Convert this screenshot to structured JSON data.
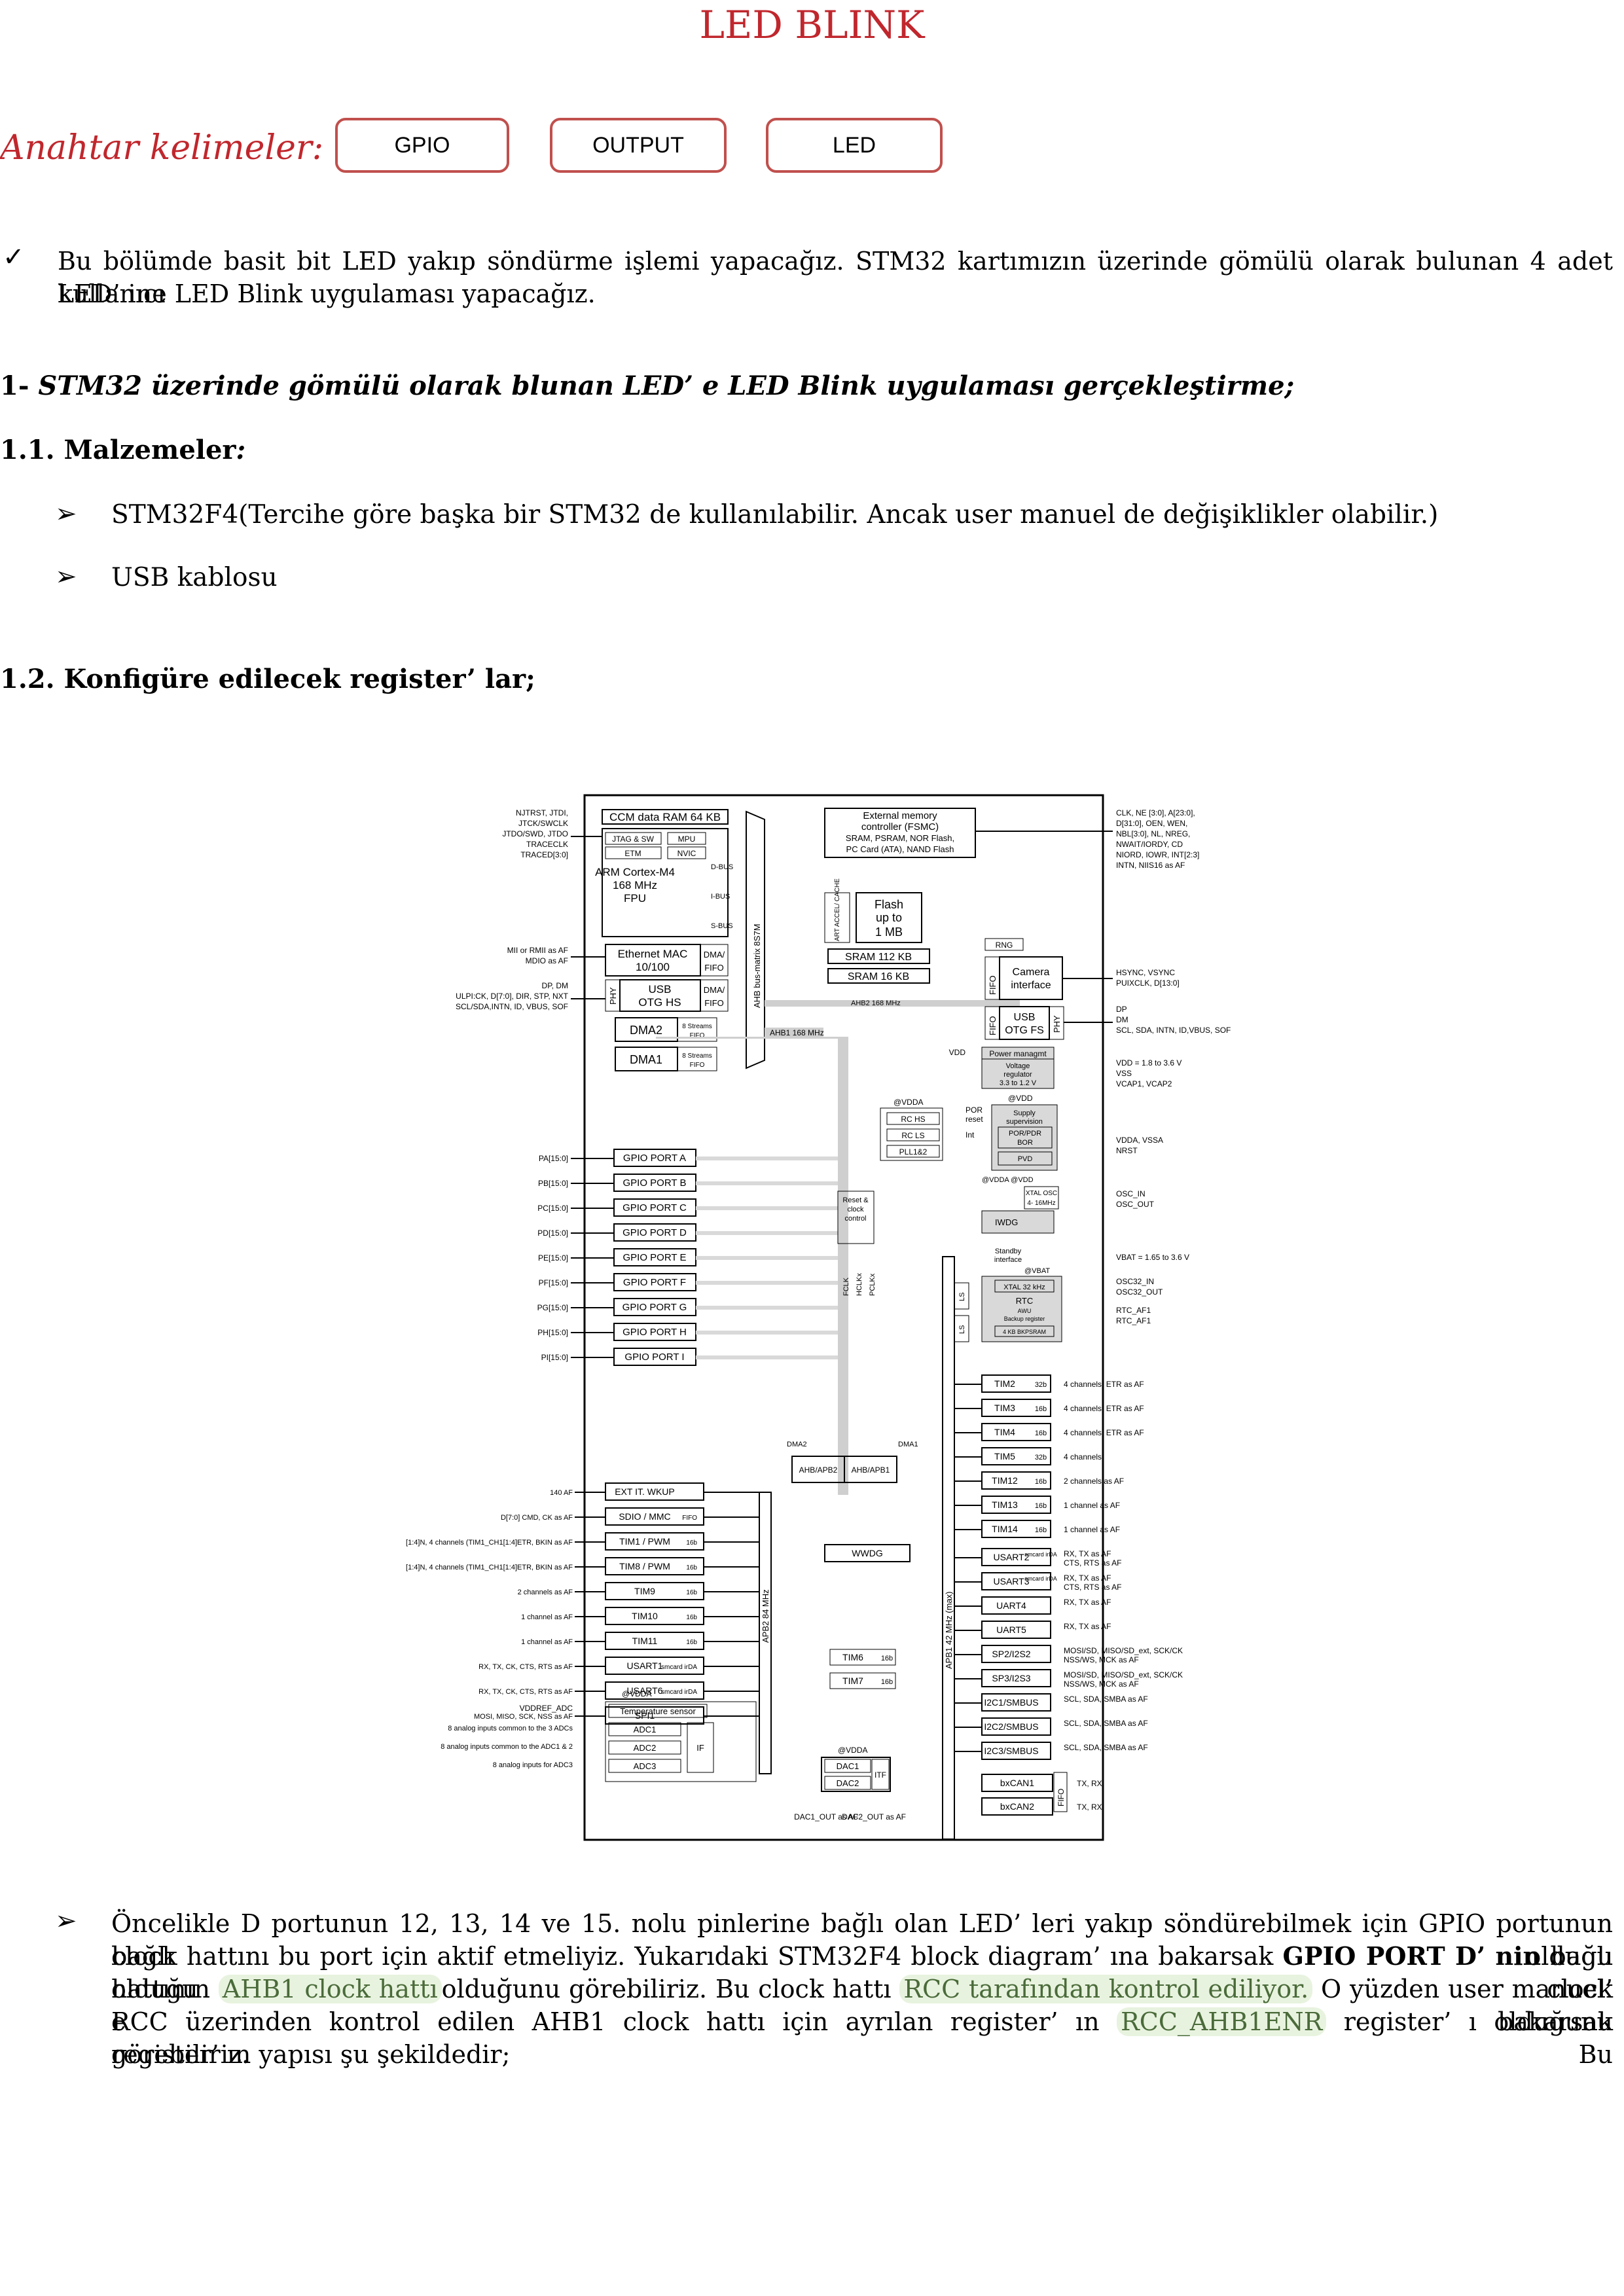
{
  "doc": {
    "title": "LED BLINK",
    "keywords_label": "Anahtar kelimeler:",
    "keywords": [
      "GPIO",
      "OUTPUT",
      "LED"
    ],
    "intro_line1": "Bu bölümde basit bit LED yakıp söndürme işlemi yapacağız. STM32 kartımızın üzerinde gömülü olarak bulunan 4 adet kullanıcı",
    "intro_line2": "LED’ ine LED Blink uygulaması yapacağız.",
    "section1_num": "1-",
    "section1_title": "STM32 üzerinde gömülü olarak blunan LED’ e LED Blink uygulaması gerçekleştirme;",
    "section11_title": "1.1. Malzemeler",
    "section11_colon": ":",
    "materials": [
      "STM32F4(Tercihe göre başka bir STM32 de kullanılabilir. Ancak user manuel de değişiklikler olabilir.)",
      "USB kablosu"
    ],
    "section12_title": "1.2. Konfigüre edilecek register’ lar;",
    "p_line1": "Öncelikle D portunun 12, 13, 14 ve 15. nolu pinlerine bağlı olan LED’ leri yakıp söndürebilmek için GPIO portunun bağlı olduğu",
    "p_line2a": "clock hattını bu port için aktif etmeliyiz. Yukarıdaki STM32F4 block diagram’ ına bakarsak ",
    "p_line2b": "GPIO PORT D’ nin",
    "p_line2c": " bağlı olduğu clock",
    "p_line3a": "hattının",
    "p_line3b": "AHB1 clock hattı",
    "p_line3c": "olduğunu görebiliriz. Bu clock hattı",
    "p_line3d": "RCC tarafından kontrol ediliyor.",
    "p_line3e": "O yüzden user manuel’ e bakarsak",
    "p_line4a": "RCC üzerinden kontrol edilen AHB1 clock hattı için ayrılan register’ ın",
    "p_line4b": "RCC_AHB1ENR",
    "p_line4c": "register’ ı olduğunu görebiliriz. Bu",
    "p_line5": "register’ ın yapısı şu şekildedir;"
  },
  "diagram": {
    "top": {
      "ccm": "CCM data RAM 64 KB",
      "jtag": "JTAG & SW",
      "mpu": "MPU",
      "etm": "ETM",
      "nvic": "NVIC",
      "cpu1": "ARM Cortex-M4",
      "cpu2": "168 MHz",
      "cpu3": "FPU",
      "dbus": "D-BUS",
      "ibus": "I-BUS",
      "sbus": "S-BUS",
      "eth1": "Ethernet MAC",
      "eth2": "10/100",
      "dmafifo": "DMA/",
      "fifo": "FIFO",
      "usbhs1": "USB",
      "usbhs2": "OTG HS",
      "phy": "PHY",
      "dma2": "DMA2",
      "dma1": "DMA1",
      "streams": "8 Streams",
      "ahbmatrix": "AHB bus-matrix 8S7M",
      "fsmc1": "External memory",
      "fsmc2": "controller (FSMC)",
      "fsmc3": "SRAM, PSRAM, NOR Flash,",
      "fsmc4": "PC Card (ATA), NAND Flash",
      "art": "ART ACCEL/ CACHE",
      "flash1": "Flash",
      "flash2": "up to",
      "flash3": "1 MB",
      "sram112": "SRAM 112 KB",
      "sram16": "SRAM 16 KB",
      "ahb2": "AHB2 168 MHz",
      "ahb1": "AHB1 168 MHz",
      "rng": "RNG",
      "cam1": "Camera",
      "cam2": "interface",
      "usbfs1": "USB",
      "usbfs2": "OTG FS"
    },
    "left_labels": [
      "NJTRST, JTDI,",
      "JTCK/SWCLK",
      "JTDO/SWD, JTDO",
      "TRACECLK",
      "TRACED[3:0]",
      "MII or RMII as AF",
      "MDIO as AF",
      "DP, DM",
      "ULPI:CK, D[7:0], DIR, STP, NXT",
      "SCL/SDA,INTN, ID, VBUS, SOF"
    ],
    "right_labels": [
      "CLK, NE [3:0], A[23:0],",
      "D[31:0], OEN, WEN,",
      "NBL[3:0], NL, NREG,",
      "NWAIT/IORDY, CD",
      "NIORD, IOWR, INT[2:3]",
      "INTN, NIIS16 as AF",
      "HSYNC, VSYNC",
      "PUIXCLK, D[13:0]",
      "DP",
      "DM",
      "SCL, SDA, INTN, ID,VBUS, SOF"
    ],
    "gpio": [
      {
        "pin": "PA[15:0]",
        "label": "GPIO PORT A"
      },
      {
        "pin": "PB[15:0]",
        "label": "GPIO PORT B"
      },
      {
        "pin": "PC[15:0]",
        "label": "GPIO PORT C"
      },
      {
        "pin": "PD[15:0]",
        "label": "GPIO PORT D"
      },
      {
        "pin": "PE[15:0]",
        "label": "GPIO PORT E"
      },
      {
        "pin": "PF[15:0]",
        "label": "GPIO PORT F"
      },
      {
        "pin": "PG[15:0]",
        "label": "GPIO PORT G"
      },
      {
        "pin": "PH[15:0]",
        "label": "GPIO PORT H"
      },
      {
        "pin": "PI[15:0]",
        "label": "GPIO PORT I"
      }
    ],
    "power": {
      "vdd": "VDD",
      "pm": "Power managmt",
      "vreg1": "Voltage",
      "vreg2": "regulator",
      "vreg3": "3.3 to 1.2 V",
      "atvdd": "@VDD",
      "atvdda": "@VDDA",
      "supply1": "Supply",
      "supply2": "supervision",
      "por": "POR/PDR",
      "bor": "BOR",
      "pvd": "PVD",
      "porrst": "POR",
      "reset": "reset",
      "int": "Int",
      "rchs": "RC HS",
      "rcls": "RC LS",
      "pll": "PLL1&2",
      "rcc1": "Reset &",
      "rcc2": "clock",
      "rcc3": "control",
      "vdda_vdd": "@VDDA @VDD",
      "xtal1": "XTAL OSC",
      "xtal2": "4- 16MHz",
      "iwdg": "IWDG",
      "standby1": "Standby",
      "standby2": "interface",
      "vbat": "@VBAT",
      "xtal32": "XTAL 32 kHz",
      "rtc": "RTC",
      "awu": "AWU",
      "bkreg": "Backup register",
      "bksram": "4 KB BKPSRAM",
      "ls": "LS",
      "pclk": "PCLKx",
      "hclk": "HCLKx",
      "fclk": "FCLK",
      "r1": "VDD = 1.8 to 3.6 V",
      "r2": "VSS",
      "r3": "VCAP1, VCAP2",
      "r4": "VDDA, VSSA",
      "r5": "NRST",
      "r6": "OSC_IN",
      "r7": "OSC_OUT",
      "r8": "VBAT = 1.65 to 3.6 V",
      "r9": "OSC32_IN",
      "r10": "OSC32_OUT",
      "r11": "RTC_AF1",
      "r12": "RTC_AF1"
    },
    "timers_right": [
      {
        "label": "TIM2",
        "bits": "32b",
        "af": "4 channels, ETR as AF"
      },
      {
        "label": "TIM3",
        "bits": "16b",
        "af": "4 channels, ETR as AF"
      },
      {
        "label": "TIM4",
        "bits": "16b",
        "af": "4 channels, ETR as AF"
      },
      {
        "label": "TIM5",
        "bits": "32b",
        "af": "4 channels"
      },
      {
        "label": "TIM12",
        "bits": "16b",
        "af": "2 channels as AF"
      },
      {
        "label": "TIM13",
        "bits": "16b",
        "af": "1 channel as AF"
      },
      {
        "label": "TIM14",
        "bits": "16b",
        "af": "1 channel as AF"
      }
    ],
    "uart_right": [
      {
        "label": "USART2",
        "extra": "smcard irDA",
        "af1": "RX, TX as AF",
        "af2": "CTS, RTS as AF"
      },
      {
        "label": "USART3",
        "extra": "smcard irDA",
        "af1": "RX, TX as AF",
        "af2": "CTS, RTS as AF"
      },
      {
        "label": "UART4",
        "extra": "",
        "af1": "RX, TX as AF",
        "af2": ""
      },
      {
        "label": "UART5",
        "extra": "",
        "af1": "RX, TX as AF",
        "af2": ""
      },
      {
        "label": "SP2/I2S2",
        "extra": "",
        "af1": "MOSI/SD, MISO/SD_ext, SCK/CK",
        "af2": "NSS/WS, MCK as AF"
      },
      {
        "label": "SP3/I2S3",
        "extra": "",
        "af1": "MOSI/SD, MISO/SD_ext, SCK/CK",
        "af2": "NSS/WS, MCK as AF"
      },
      {
        "label": "I2C1/SMBUS",
        "extra": "",
        "af1": "SCL, SDA, SMBA as AF",
        "af2": ""
      },
      {
        "label": "I2C2/SMBUS",
        "extra": "",
        "af1": "SCL, SDA, SMBA as AF",
        "af2": ""
      },
      {
        "label": "I2C3/SMBUS",
        "extra": "",
        "af1": "SCL, SDA, SMBA as AF",
        "af2": ""
      }
    ],
    "can": [
      {
        "label": "bxCAN1",
        "af": "TX, RX"
      },
      {
        "label": "bxCAN2",
        "af": "TX, RX"
      }
    ],
    "can_fifo": "FIFO",
    "apb1": "APB1 42 MHz (max)",
    "apb2": "APB2 84 MHz",
    "bridge2": "AHB/APB2",
    "bridge1": "AHB/APB1",
    "dma2_lbl": "DMA2",
    "dma1_lbl": "DMA1",
    "wwdg": "WWDG",
    "tim6": "TIM6",
    "tim7": "TIM7",
    "bits16": "16b",
    "left_periph": [
      {
        "label": "EXT IT. WKUP",
        "bits": "",
        "af": "140 AF"
      },
      {
        "label": "SDIO / MMC",
        "bits": "FIFO",
        "af": "D[7:0]  CMD, CK as AF"
      },
      {
        "label": "TIM1 / PWM",
        "bits": "16b",
        "af": "compl. channels (TIM1_CH1[1:4]N, 4 channels (TIM1_CH1[1:4]ETR, BKIN as AF"
      },
      {
        "label": "TIM8 / PWM",
        "bits": "16b",
        "af": "compl. channels (TIM1_CH1[1:4]N, 4 channels (TIM1_CH1[1:4]ETR, BKIN as AF"
      },
      {
        "label": "TIM9",
        "bits": "16b",
        "af": "2 channels as AF"
      },
      {
        "label": "TIM10",
        "bits": "16b",
        "af": "1 channel as AF"
      },
      {
        "label": "TIM11",
        "bits": "16b",
        "af": "1 channel as AF"
      },
      {
        "label": "USART1",
        "bits": "smcard irDA",
        "af": "RX, TX, CK, CTS, RTS as AF"
      },
      {
        "label": "USART6",
        "bits": "smcard irDA",
        "af": "RX, TX, CK, CTS, RTS as AF"
      },
      {
        "label": "SPI1",
        "bits": "",
        "af": "MOSI, MISO, SCK, NSS as AF"
      }
    ],
    "adc": {
      "atvdda": "@VDDA",
      "temp": "Temperature sensor",
      "adc1": "ADC1",
      "adc2": "ADC2",
      "adc3": "ADC3",
      "if": "IF",
      "l1": "VDDREF_ADC",
      "l2": "8 analog inputs common to the 3 ADCs",
      "l3": "8 analog inputs common to the ADC1 & 2",
      "l4": "8 analog inputs for ADC3"
    },
    "dac": {
      "atvdda": "@VDDA",
      "dac1": "DAC1",
      "dac2": "DAC2",
      "itf": "ITF",
      "out1": "DAC1_OUT as AF",
      "out2": "DAC2_OUT as AF"
    }
  }
}
